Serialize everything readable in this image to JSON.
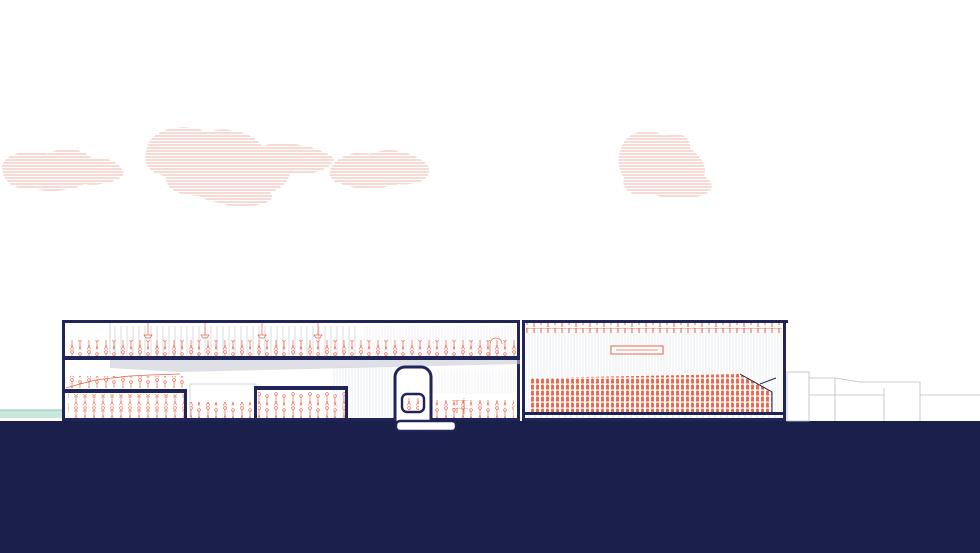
{
  "drawing": {
    "type": "architectural-section",
    "labels": []
  },
  "colors": {
    "background": "#ffffff",
    "ground": "#1b1f4b",
    "structure": "#1f2556",
    "accent": "#e8654a",
    "cloud": "#f2b4a8",
    "glazing": "#c9ccd6",
    "neighbor": "#b8bcc8",
    "greenery": "#9fd3c0"
  },
  "elements": {
    "clouds": 5,
    "auditorium_seat_rows": 7,
    "tiers": [
      "ground",
      "mezzanine",
      "upper"
    ]
  }
}
